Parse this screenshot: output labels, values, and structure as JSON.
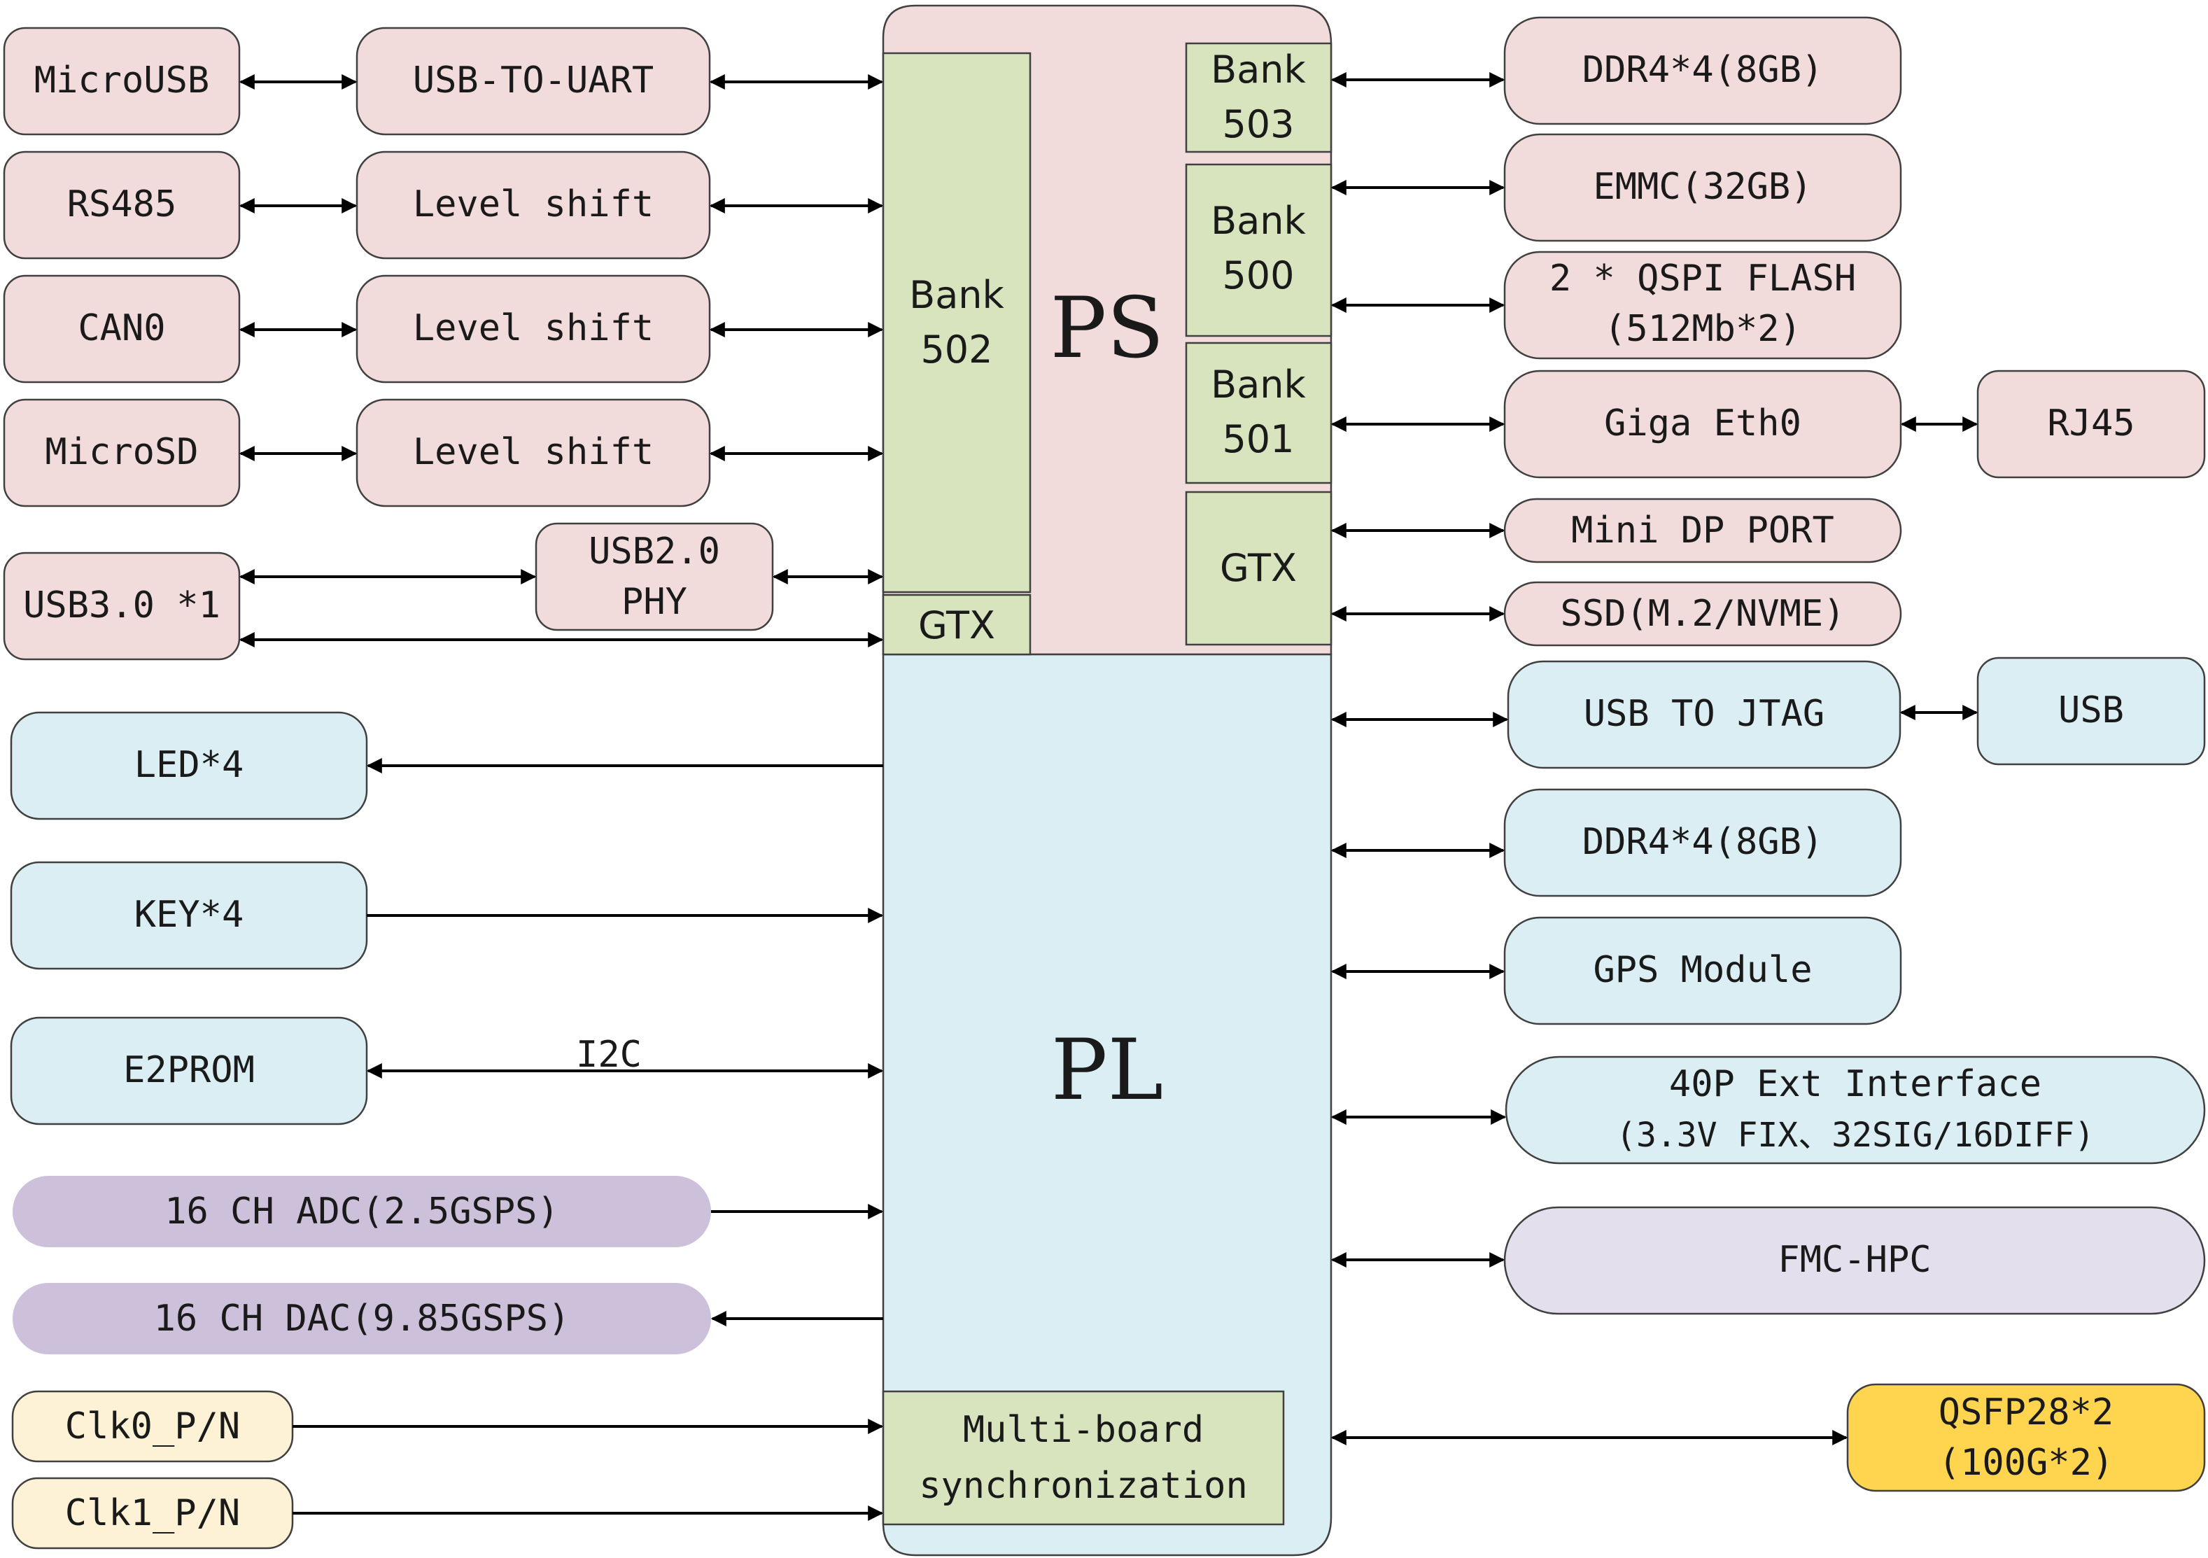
{
  "core": {
    "ps_label": "PS",
    "pl_label": "PL"
  },
  "banks": {
    "bank502": [
      "Bank",
      "502"
    ],
    "gtx_left": "GTX",
    "bank503": [
      "Bank",
      "503"
    ],
    "bank500": [
      "Bank",
      "500"
    ],
    "bank501": [
      "Bank",
      "501"
    ],
    "gtx_right": "GTX",
    "sync": [
      "Multi-board",
      "synchronization"
    ]
  },
  "left_ps": {
    "microusb": "MicroUSB",
    "usb_to_uart": "USB-TO-UART",
    "rs485": "RS485",
    "level_shift_1": "Level shift",
    "can0": "CAN0",
    "level_shift_2": "Level shift",
    "microsd": "MicroSD",
    "level_shift_3": "Level shift",
    "usb30": "USB3.0 *1",
    "usb20_phy": [
      "USB2.0",
      "PHY"
    ]
  },
  "left_pl": {
    "led": "LED*4",
    "key": "KEY*4",
    "e2prom": "E2PROM",
    "i2c": "I2C",
    "adc": "16 CH ADC(2.5GSPS)",
    "dac": "16 CH DAC(9.85GSPS)",
    "clk0": "Clk0_P/N",
    "clk1": "Clk1_P/N"
  },
  "right_ps": {
    "ddr4_ps": "DDR4*4(8GB)",
    "emmc": "EMMC(32GB)",
    "qspi": [
      "2 * QSPI FLASH",
      "(512Mb*2)"
    ],
    "giga_eth": "Giga Eth0",
    "rj45": "RJ45",
    "mini_dp": "Mini DP PORT",
    "ssd": "SSD(M.2/NVME)"
  },
  "right_pl": {
    "usb_to_jtag": "USB TO JTAG",
    "usb": "USB",
    "ddr4_pl": "DDR4*4(8GB)",
    "gps": "GPS Module",
    "ext": [
      "40P Ext Interface",
      "(3.3V FIX、32SIG/16DIFF)"
    ],
    "fmc": "FMC-HPC",
    "qsfp": [
      "QSFP28*2",
      "(100G*2)"
    ]
  }
}
